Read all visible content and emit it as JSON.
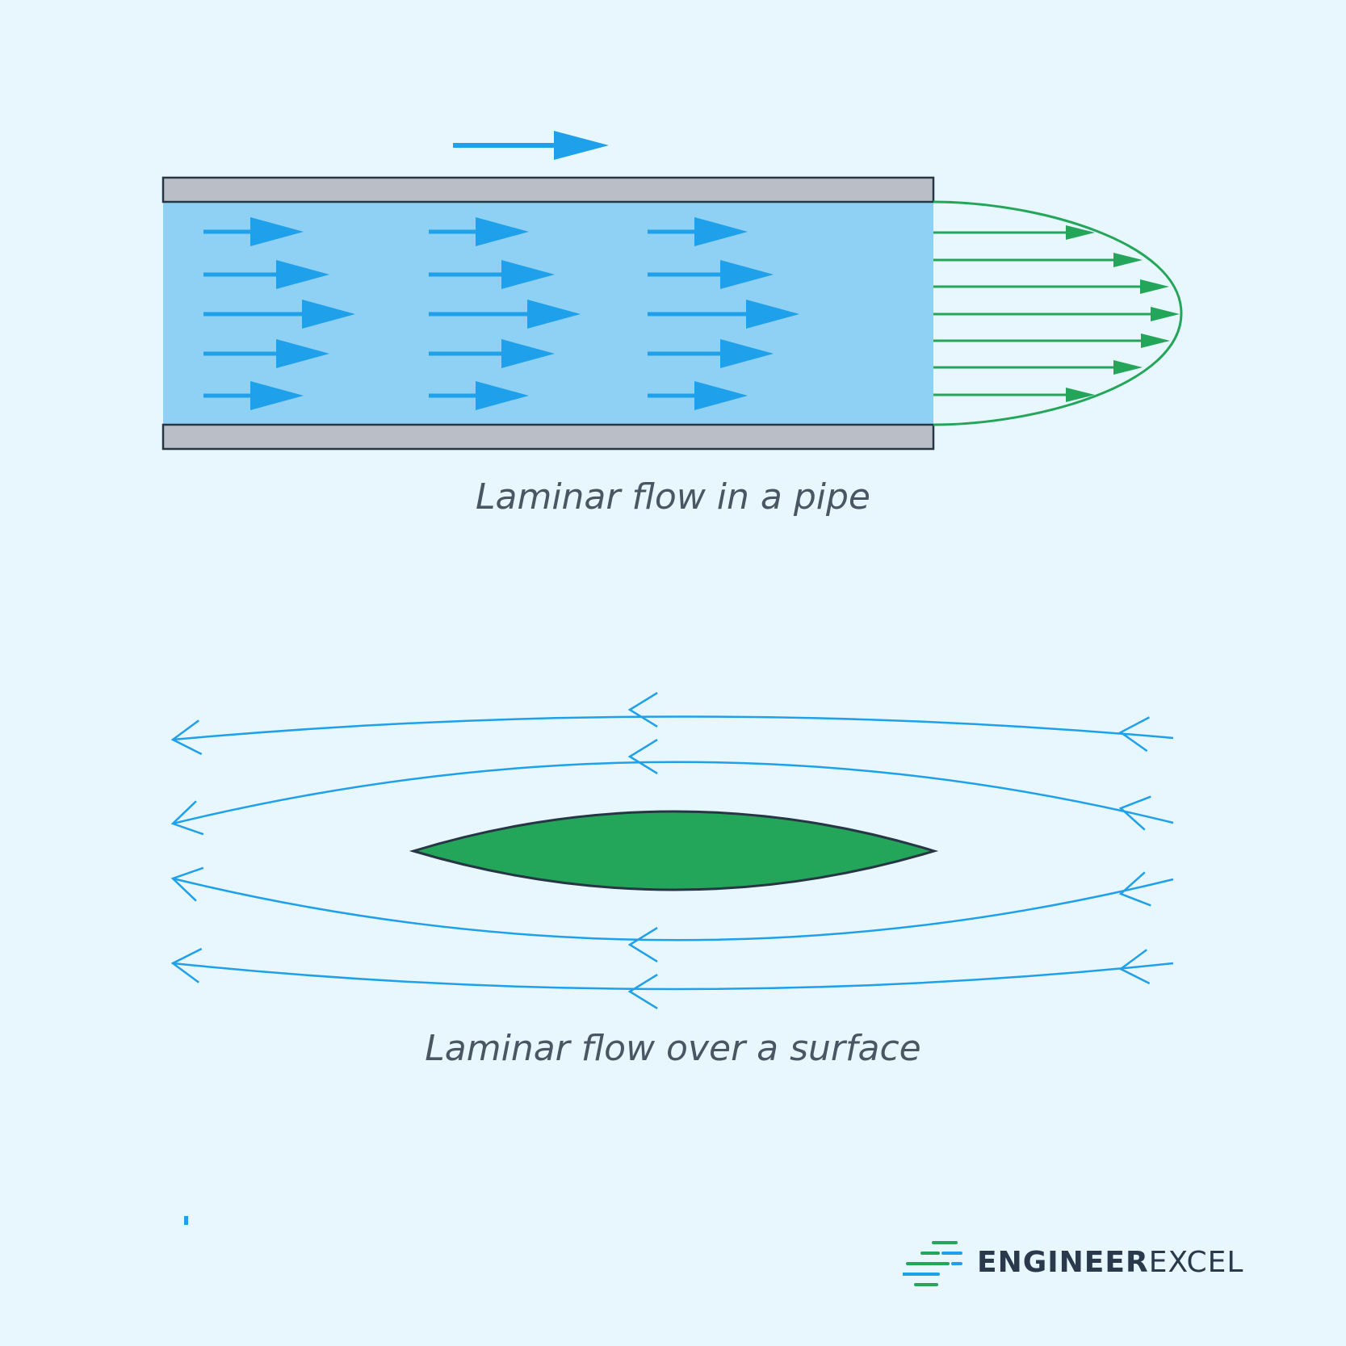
{
  "captions": {
    "pipe": "Laminar flow in a pipe",
    "surface": "Laminar flow over a surface"
  },
  "brand": {
    "part1": "ENGINEER",
    "part2": "EXCEL"
  },
  "colors": {
    "background": "#e8f7fd",
    "flow_blue": "#1fa0ea",
    "pipe_fluid": "#8fd0f5",
    "pipe_wall": "#babfc7",
    "outline": "#263645",
    "profile_green": "#24a65a",
    "caption_text": "#4a5663"
  },
  "icons": {
    "flow_direction": "right-arrow-icon",
    "streamline_arrowhead": "open-arrowhead-icon",
    "brand_mark": "speed-lines-icon"
  }
}
